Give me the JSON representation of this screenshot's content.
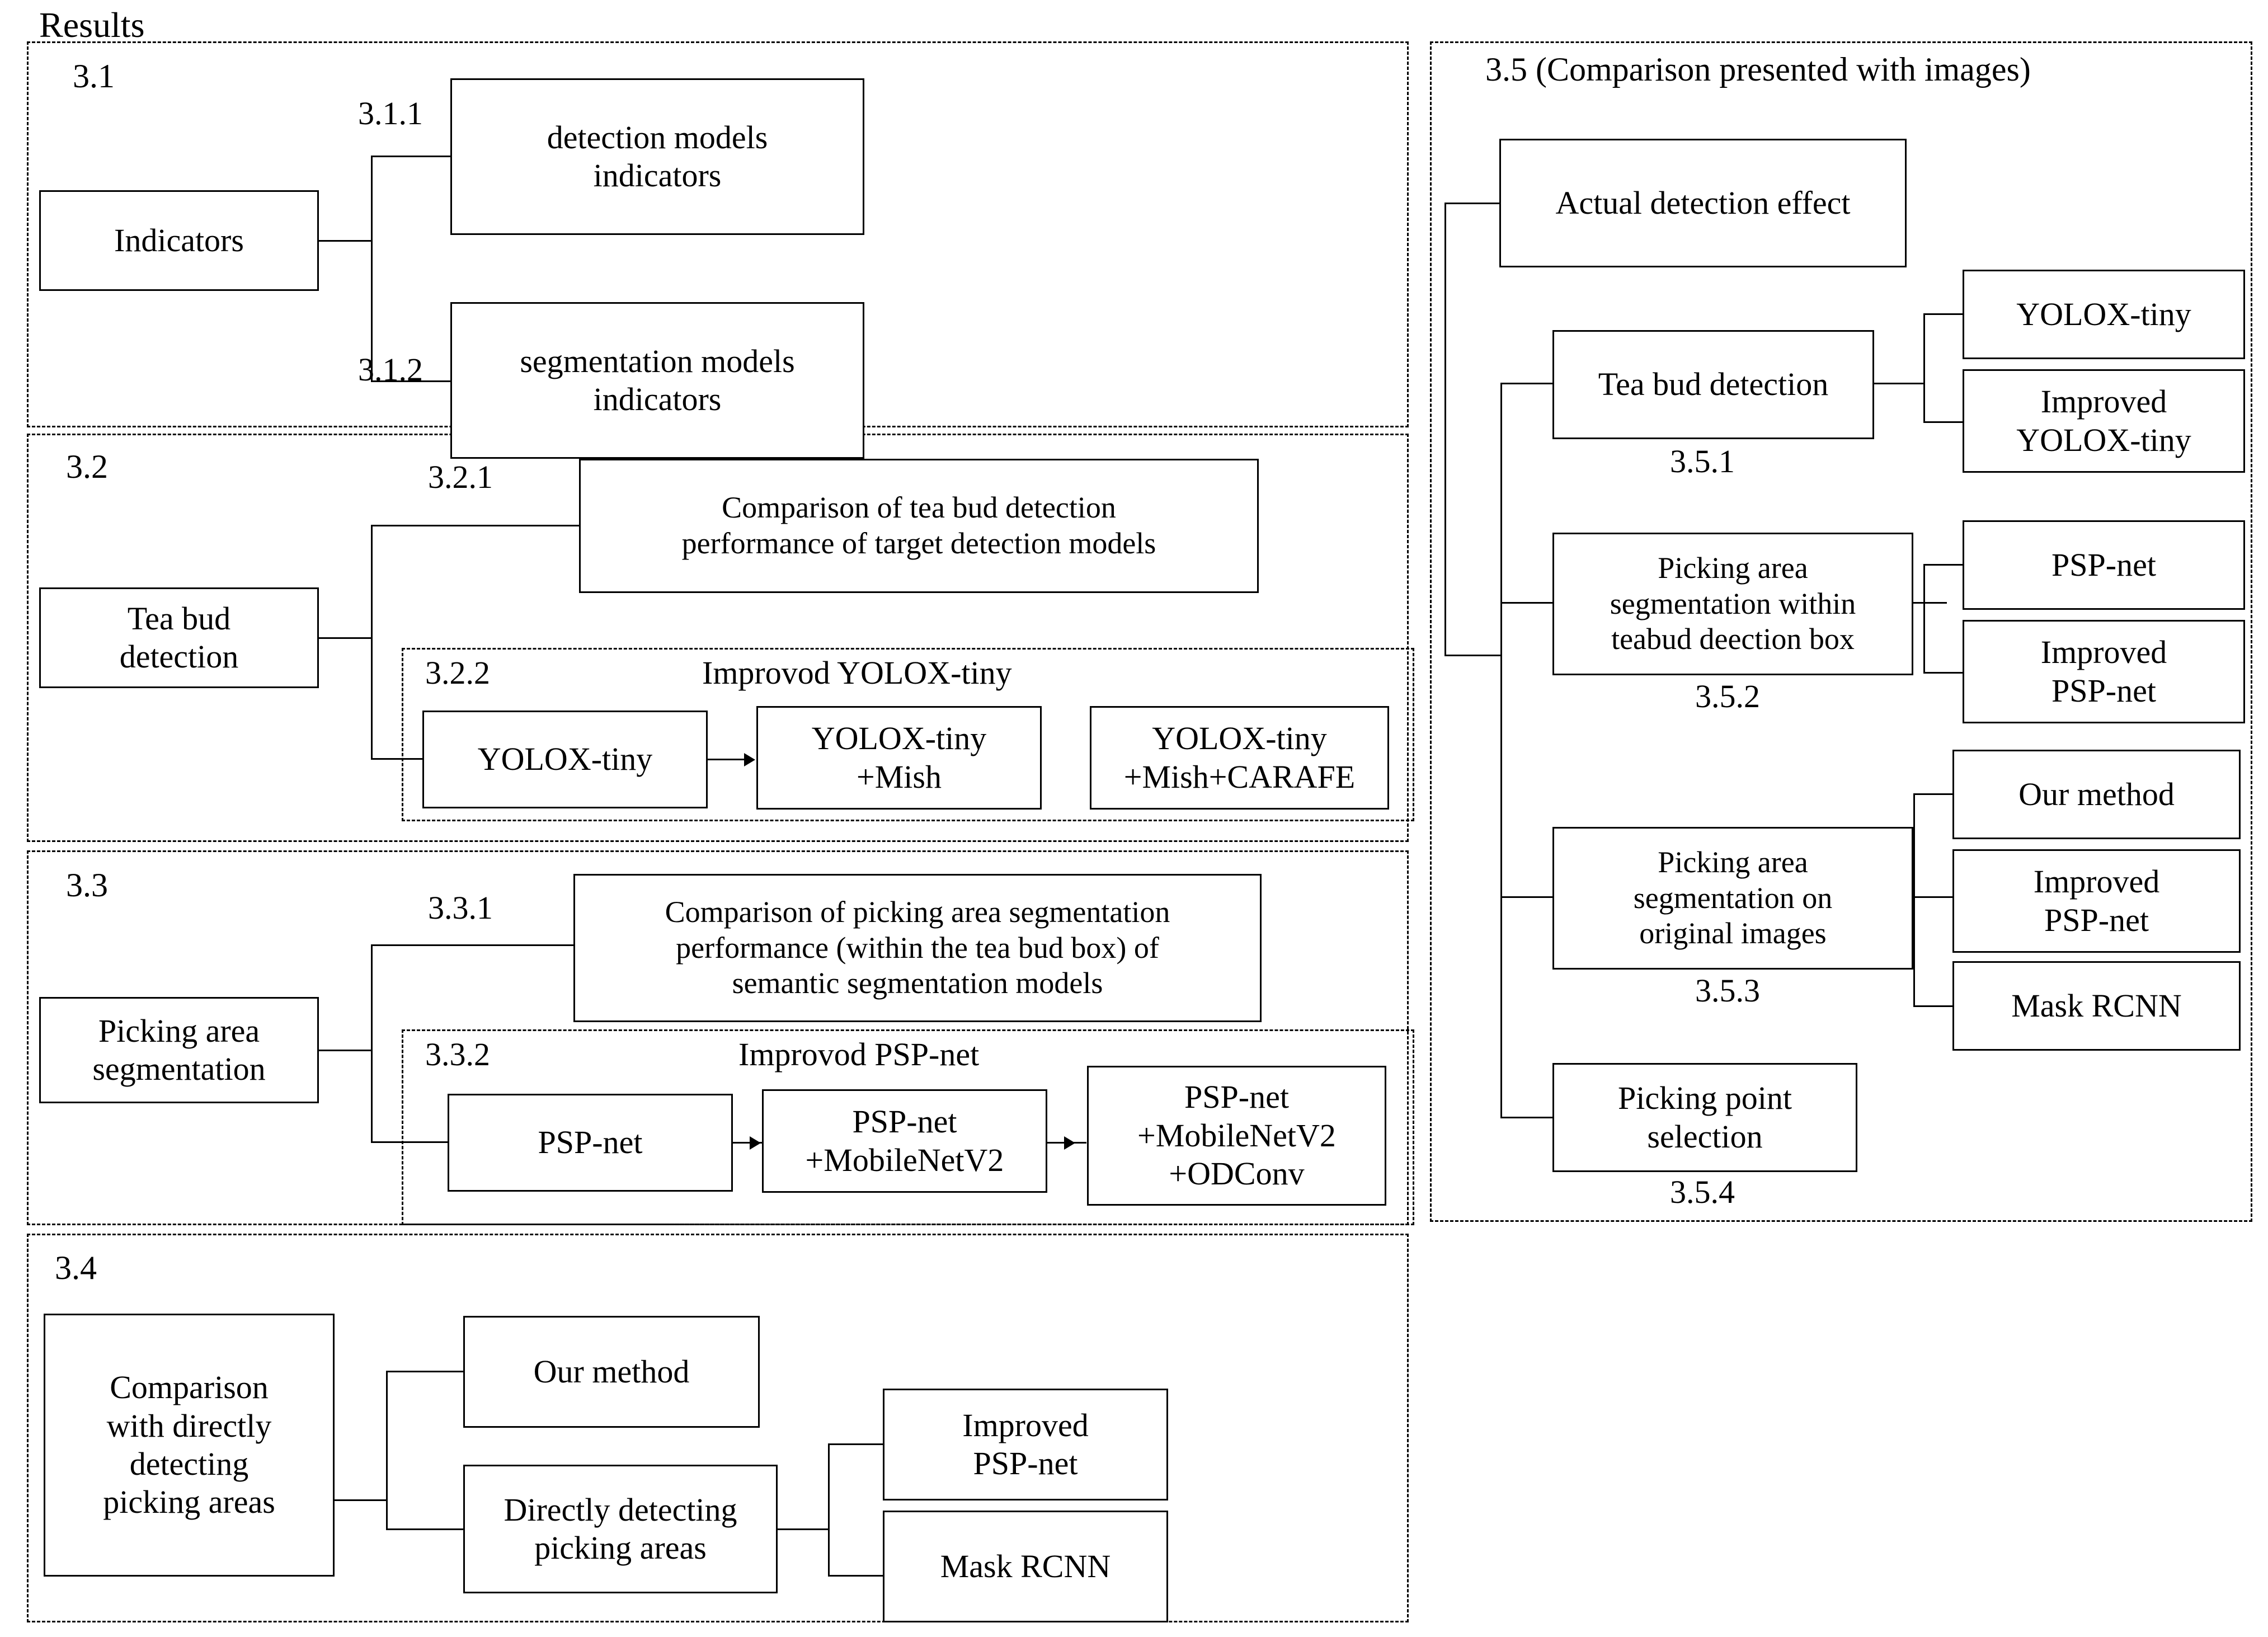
{
  "diagram": {
    "title": "Results",
    "sections": {
      "s31": {
        "number": "3.1",
        "root": "Indicators",
        "children": [
          {
            "number": "3.1.1",
            "label": "detection models\nindicators"
          },
          {
            "number": "3.1.2",
            "label": "segmentation models\nindicators"
          }
        ]
      },
      "s32": {
        "number": "3.2",
        "root": "Tea bud\ndetection",
        "child1": {
          "number": "3.2.1",
          "label": "Comparison of tea bud detection\nperformance of target detection models"
        },
        "child2": {
          "number": "3.2.2",
          "group_title": "Improvod YOLOX-tiny",
          "chain": [
            "YOLOX-tiny",
            "YOLOX-tiny\n+Mish",
            "YOLOX-tiny\n+Mish+CARAFE"
          ]
        }
      },
      "s33": {
        "number": "3.3",
        "root": "Picking area\nsegmentation",
        "child1": {
          "number": "3.3.1",
          "label": "Comparison of picking area segmentation\nperformance (within the tea bud box) of\nsemantic segmentation models"
        },
        "child2": {
          "number": "3.3.2",
          "group_title": "Improvod PSP-net",
          "chain": [
            "PSP-net",
            "PSP-net\n+MobileNetV2",
            "PSP-net\n+MobileNetV2\n+ODConv"
          ]
        }
      },
      "s34": {
        "number": "3.4",
        "root": "Comparison\nwith directly\ndetecting\npicking areas",
        "children": [
          "Our method",
          "Directly detecting\npicking areas"
        ],
        "grandchildren": [
          "Improved\nPSP-net",
          "Mask RCNN"
        ]
      },
      "s35": {
        "number": "3.5 (Comparison presented with images)",
        "children": [
          {
            "number": "",
            "label": "Actual detection effect",
            "leaves": []
          },
          {
            "number": "3.5.1",
            "label": "Tea bud detection",
            "leaves": [
              "YOLOX-tiny",
              "Improved\nYOLOX-tiny"
            ]
          },
          {
            "number": "3.5.2",
            "label": "Picking area\nsegmentation within\nteabud deection box",
            "leaves": [
              "PSP-net",
              "Improved\nPSP-net"
            ]
          },
          {
            "number": "3.5.3",
            "label": "Picking area\nsegmentation on\noriginal images",
            "leaves": [
              "Our method",
              "Improved\nPSP-net",
              "Mask RCNN"
            ]
          },
          {
            "number": "3.5.4",
            "label": "Picking point\nselection",
            "leaves": []
          }
        ]
      }
    }
  }
}
